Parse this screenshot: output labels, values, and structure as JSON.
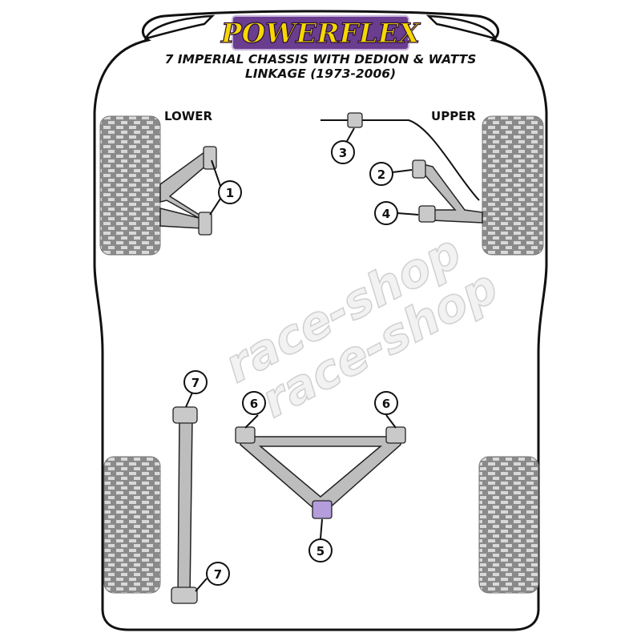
{
  "logo": {
    "text": "POWERFLEX",
    "bg_color": "#6a3d8f",
    "text_color": "#f5d800"
  },
  "title": {
    "line1": "7 IMPERIAL CHASSIS WITH DEDION & WATTS",
    "line2": "LINKAGE (1973-2006)"
  },
  "labels": {
    "lower": "LOWER",
    "upper": "UPPER"
  },
  "watermark": {
    "line1": "race-shop",
    "line2": "race-shop"
  },
  "callouts": {
    "c1": "1",
    "c2": "2",
    "c3": "3",
    "c4": "4",
    "c5": "5",
    "c6a": "6",
    "c6b": "6",
    "c7a": "7",
    "c7b": "7"
  },
  "colors": {
    "bush": "#c9c9c9",
    "highlight_bush": "#b39ddb",
    "arm": "#bdbdbd",
    "tyre": "#9e9e9e"
  }
}
